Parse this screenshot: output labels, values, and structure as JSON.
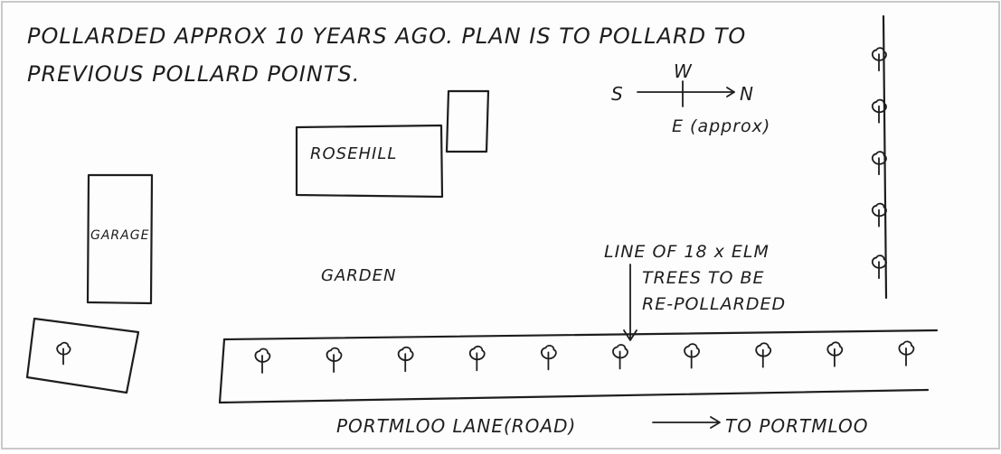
{
  "header_note": {
    "line1": "POLLARDED APPROX 10 YEARS AGO. PLAN IS TO POLLARD TO",
    "line2": "PREVIOUS POLLARD POINTS."
  },
  "compass": {
    "west": "W",
    "south": "S",
    "north": "N",
    "east": "E (approx)"
  },
  "buildings": {
    "rosehill": "ROSEHILL",
    "garage": "GARAGE"
  },
  "areas": {
    "garden": "GARDEN"
  },
  "annotation": {
    "line1": "LINE OF 18 x ELM",
    "line2": "TREES TO BE",
    "line3": "RE-POLLARDED"
  },
  "road": {
    "name": "PORTMLOO LANE(ROAD)",
    "direction": "TO PORTMLOO"
  },
  "trees": {
    "row_count": 10,
    "column_count": 5,
    "corner_count": 1,
    "icon": "tree-icon"
  }
}
